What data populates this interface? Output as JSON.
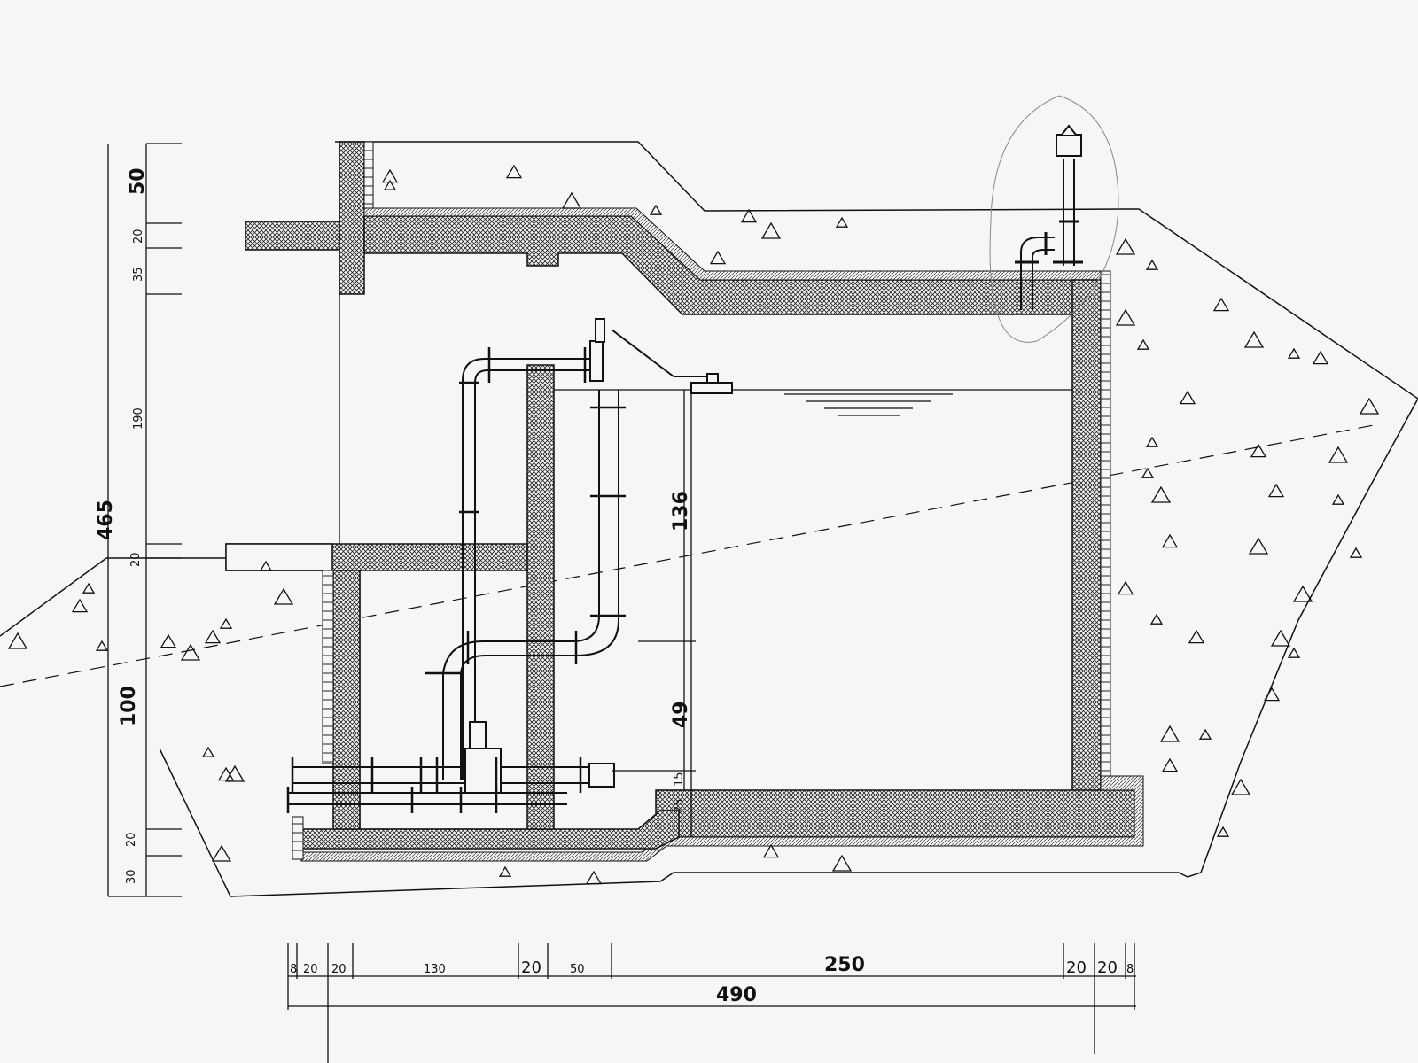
{
  "drawing": {
    "vertical_dims": {
      "total": "465",
      "top_fill": "50",
      "roof_slab": "20",
      "roof_beam": "35",
      "upper_height": "190",
      "mid_slab": "20",
      "lower_height": "100",
      "base_slab": "20",
      "base_blinding": "30"
    },
    "inner_dims": {
      "water_depth": "136",
      "pipe_height": "49",
      "dim_15": "15",
      "dim_25": "25"
    },
    "horizontal_dims": {
      "total": "490",
      "segments": [
        "8",
        "20",
        "20",
        "130",
        "20",
        "50",
        "250",
        "20",
        "20",
        "8"
      ]
    },
    "colors": {
      "ink": "#111111",
      "paper": "#f6f6f4"
    }
  }
}
